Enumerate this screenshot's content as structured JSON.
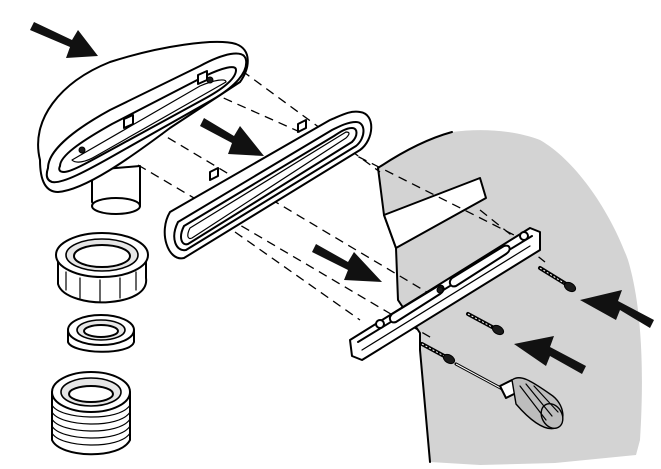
{
  "diagram": {
    "parts": [
      "vent-hood",
      "gasket",
      "slip-nut",
      "washer",
      "tailpiece-adapter",
      "wall-panel",
      "mounting-bracket",
      "mounting-screws",
      "screwdriver"
    ],
    "arrows": 5,
    "colors": {
      "wall": "#d3d3d3",
      "line": "#000000",
      "part_fill": "#ffffff",
      "arrow": "#111111"
    }
  }
}
